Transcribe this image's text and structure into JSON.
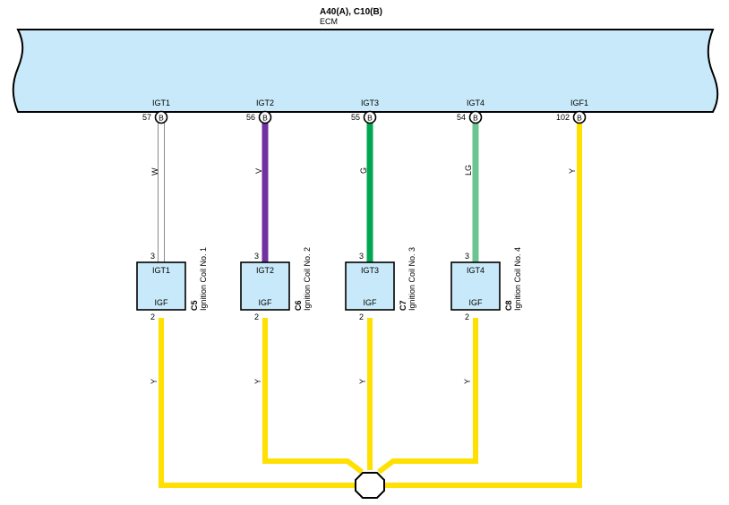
{
  "ecm": {
    "connector_ref": "A40(A), C10(B)",
    "name": "ECM",
    "body_color": "#c8e9f9",
    "terminals": [
      {
        "label": "IGT1",
        "pin": "57",
        "connector": "B"
      },
      {
        "label": "IGT2",
        "pin": "56",
        "connector": "B"
      },
      {
        "label": "IGT3",
        "pin": "55",
        "connector": "B"
      },
      {
        "label": "IGT4",
        "pin": "54",
        "connector": "B"
      },
      {
        "label": "IGF1",
        "pin": "102",
        "connector": "B"
      }
    ]
  },
  "wires": [
    {
      "code": "W",
      "color": "#ffffff"
    },
    {
      "code": "V",
      "color": "#7030a0"
    },
    {
      "code": "G",
      "color": "#00a651"
    },
    {
      "code": "LG",
      "color": "#6cc491"
    },
    {
      "code": "Y",
      "color": "#ffe000"
    }
  ],
  "coils": [
    {
      "id": "C5",
      "name": "Ignition Coil No. 1",
      "top_label": "IGT1",
      "bottom_label": "IGF",
      "top_pin": "3",
      "bottom_pin": "2",
      "out_wire": "Y"
    },
    {
      "id": "C6",
      "name": "Ignition Coil No. 2",
      "top_label": "IGT2",
      "bottom_label": "IGF",
      "top_pin": "3",
      "bottom_pin": "2",
      "out_wire": "Y"
    },
    {
      "id": "C7",
      "name": "Ignition Coil No. 3",
      "top_label": "IGT3",
      "bottom_label": "IGF",
      "top_pin": "3",
      "bottom_pin": "2",
      "out_wire": "Y"
    },
    {
      "id": "C8",
      "name": "Ignition Coil No. 4",
      "top_label": "IGT4",
      "bottom_label": "IGF",
      "top_pin": "3",
      "bottom_pin": "2",
      "out_wire": "Y"
    }
  ],
  "colors": {
    "coil_fill": "#c8e9f9",
    "ground_wire": "#ffe000"
  }
}
